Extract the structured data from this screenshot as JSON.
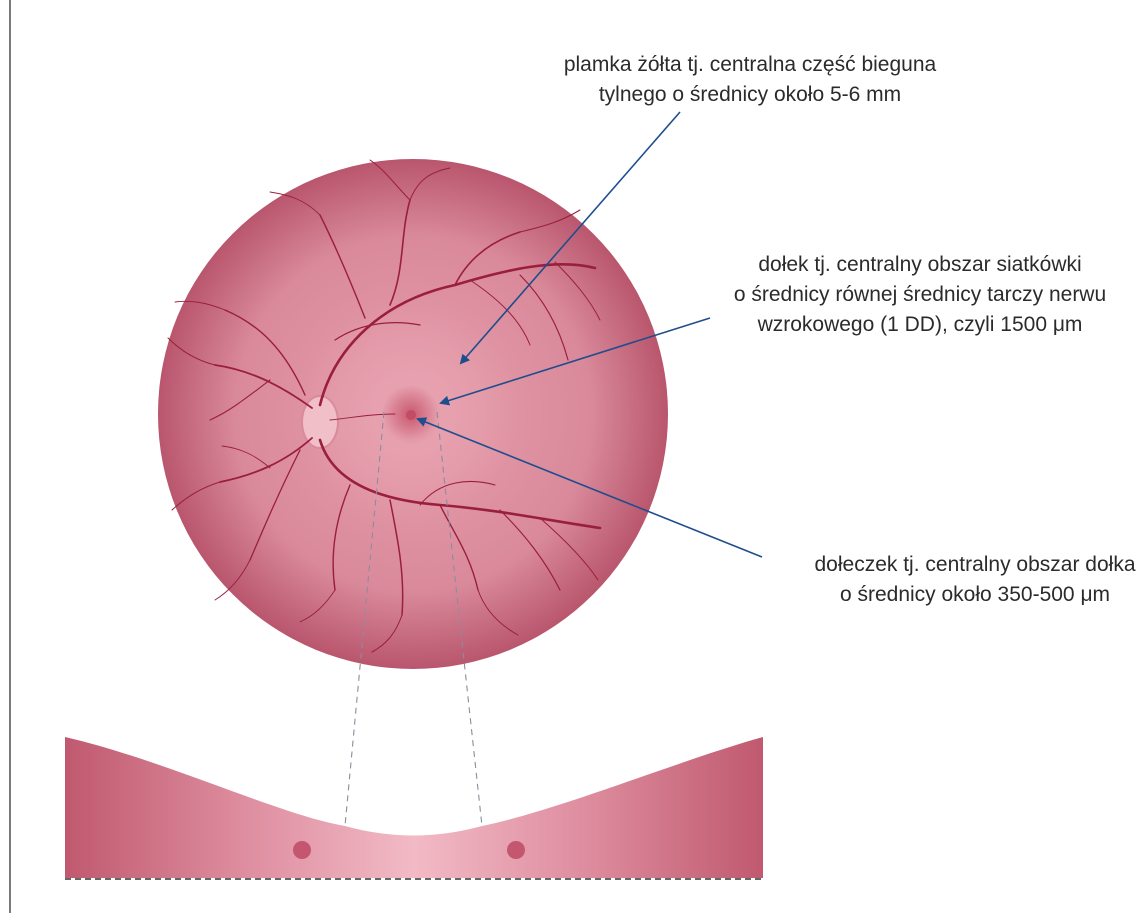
{
  "labels": {
    "macula": {
      "line1": "plamka żółta tj. centralna część bieguna",
      "line2": "tylnego o średnicy około 5-6 mm"
    },
    "fovea": {
      "line1": "dołek tj. centralny obszar siatkówki",
      "line2": "o średnicy równej średnicy tarczy nerwu",
      "line3": "wzrokowego (1 DD), czyli 1500 μm"
    },
    "foveola": {
      "line1": "dołeczek tj. centralny obszar dołka",
      "line2": "o średnicy około 350-500 μm"
    }
  },
  "colors": {
    "fundus_edge": "#b9566d",
    "fundus_mid": "#dd8b9c",
    "macula_center": "#e9a4b0",
    "vessel": "#9a1f3c",
    "arrow": "#1f4e8c",
    "section_light": "#f1b8c3",
    "section_dark": "#c25d75",
    "baseline": "#333333"
  }
}
